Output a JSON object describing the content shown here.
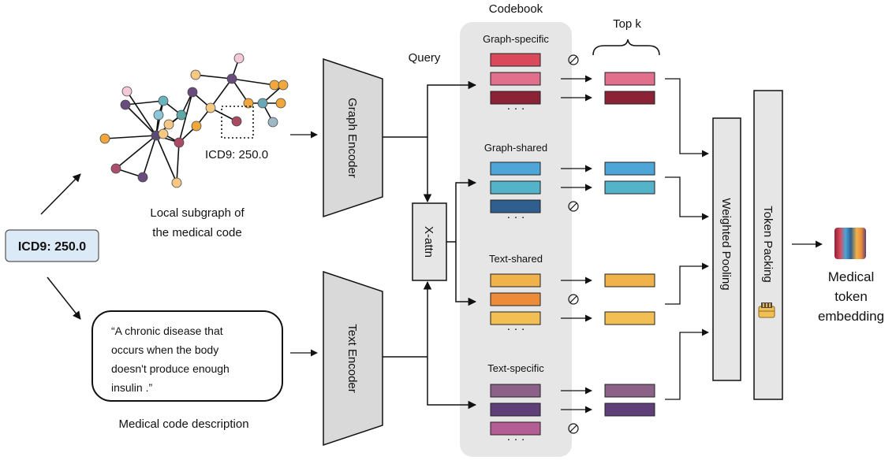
{
  "input_code": "ICD9: 250.0",
  "graph": {
    "node_label": "ICD9: 250.0",
    "caption_line1": "Local subgraph of",
    "caption_line2": "the medical code"
  },
  "text": {
    "quote_line1": "“A chronic disease that",
    "quote_line2": "occurs when the body",
    "quote_line3": "doesn't produce enough",
    "quote_line4": "insulin .”",
    "caption": "Medical code description"
  },
  "encoders": {
    "graph": "Graph Encoder",
    "text": "Text Encoder",
    "xattn": "X-attn"
  },
  "codebook": {
    "title": "Codebook",
    "query_label": "Query",
    "topk_label": "Top k",
    "ellipsis": "·  ·  ·",
    "groups": {
      "graph_specific": {
        "name": "Graph-specific",
        "colors": [
          "#d9495b",
          "#e0708c",
          "#8c2236"
        ],
        "selected": [
          false,
          true,
          true
        ]
      },
      "graph_shared": {
        "name": "Graph-shared",
        "colors": [
          "#4ea6d8",
          "#52b3c9",
          "#2f5f8e"
        ],
        "selected": [
          true,
          true,
          false
        ]
      },
      "text_shared": {
        "name": "Text-shared",
        "colors": [
          "#f0b24a",
          "#ec8c3a",
          "#f2bf55"
        ],
        "selected": [
          true,
          false,
          true
        ]
      },
      "text_specific": {
        "name": "Text-specific",
        "colors": [
          "#8c6289",
          "#5e3f78",
          "#b55e95"
        ],
        "selected": [
          true,
          true,
          false
        ]
      }
    }
  },
  "pooling": "Weighted Pooling",
  "packing": "Token Packing",
  "output": {
    "line1": "Medical",
    "line2": "token",
    "line3": "embedding"
  }
}
